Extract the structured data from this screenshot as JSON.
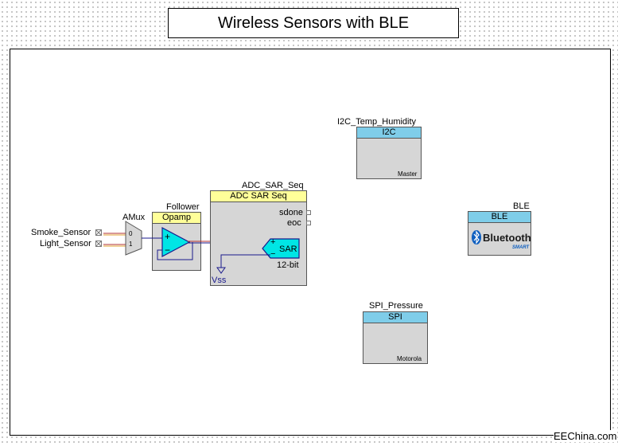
{
  "title": "Wireless Sensors with BLE",
  "inputs": [
    "Smoke_Sensor",
    "Light_Sensor"
  ],
  "amux": {
    "name": "AMux",
    "pins": [
      "0",
      "1"
    ]
  },
  "follower": {
    "name": "Follower",
    "type": "Opamp",
    "plus": "+",
    "minus": "−"
  },
  "adc": {
    "name": "ADC_SAR_Seq",
    "type": "ADC SAR Seq",
    "terminals": [
      "sdone",
      "eoc"
    ],
    "sar_label": "SAR",
    "plus": "+",
    "minus": "−",
    "resolution": "12-bit",
    "vss": "Vss"
  },
  "i2c": {
    "name": "I2C_Temp_Humidity",
    "type": "I2C",
    "mode": "Master"
  },
  "ble": {
    "name": "BLE",
    "type": "BLE",
    "logo_text": "Bluetooth",
    "logo_sub": "SMART"
  },
  "spi": {
    "name": "SPI_Pressure",
    "type": "SPI",
    "mode": "Motorola"
  },
  "watermark": "EEChina.com",
  "colors": {
    "header_yellow": "#ffff99",
    "header_blue": "#7fcde9",
    "opamp_cyan": "#00e5e5",
    "wire_blue": "#1a1a8c",
    "wire_red": "#b03030",
    "body_grey": "#d6d6d6"
  }
}
